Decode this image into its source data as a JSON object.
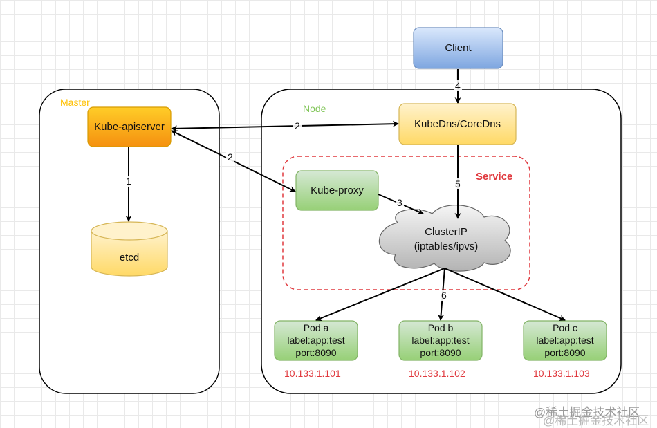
{
  "master": {
    "label": "Master"
  },
  "node": {
    "label": "Node"
  },
  "service": {
    "label": "Service"
  },
  "components": {
    "client": "Client",
    "apiserver": "Kube-apiserver",
    "etcd": "etcd",
    "kubedns": "KubeDns/CoreDns",
    "kubeproxy": "Kube-proxy",
    "clusterip_line1": "ClusterIP",
    "clusterip_line2": "(iptables/ipvs)"
  },
  "pods": [
    {
      "name": "Pod a",
      "label": "label:app:test",
      "port": "port:8090",
      "ip": "10.133.1.101"
    },
    {
      "name": "Pod b",
      "label": "label:app:test",
      "port": "port:8090",
      "ip": "10.133.1.102"
    },
    {
      "name": "Pod c",
      "label": "label:app:test",
      "port": "port:8090",
      "ip": "10.133.1.103"
    }
  ],
  "edges": {
    "apiserver_etcd": "1",
    "apiserver_kubedns": "2",
    "apiserver_kubeproxy": "2",
    "kubeproxy_clusterip": "3",
    "client_kubedns": "4",
    "kubedns_clusterip": "5",
    "clusterip_pods": "6"
  },
  "watermark": "@稀土掘金技术社区",
  "colors": {
    "client": "#7ea6e0",
    "apiserver": "#f7a41d",
    "etcd": "#ffd966",
    "kubedns": "#ffd966",
    "green": "#97d077",
    "service_border": "#e0393e",
    "ip_text": "#e0393e",
    "master_label": "#ffc000",
    "node_label": "#82c65a"
  }
}
